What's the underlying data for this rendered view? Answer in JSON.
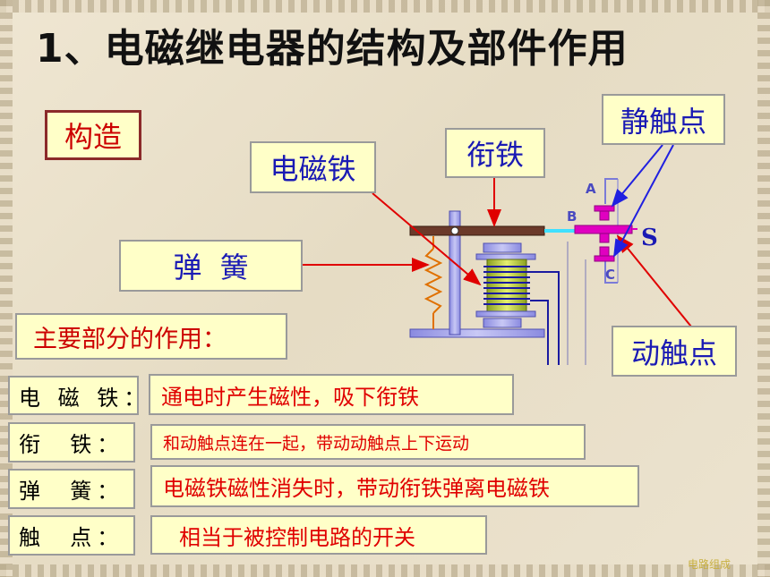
{
  "title": "1、电磁继电器的结构及部件作用",
  "labels": {
    "construction": "构造",
    "electromagnet": "电磁铁",
    "armature": "衔铁",
    "static_contact": "静触点",
    "spring": "弹  簧",
    "moving_contact": "动触点",
    "main_parts": "主要部分的作用：",
    "point_a": "A",
    "point_b": "B",
    "point_c": "C",
    "point_s": "S"
  },
  "parts": [
    {
      "name": "电 磁 铁：",
      "role": "通电时产生磁性，吸下衔铁"
    },
    {
      "name": "衔  铁：",
      "role": "和动触点连在一起，带动动触点上下运动"
    },
    {
      "name": "弹  簧：",
      "role": "电磁铁磁性消失时，带动衔铁弹离电磁铁"
    },
    {
      "name": "触  点：",
      "role": "相当于被控制电路的开关"
    }
  ],
  "footer": "电路组成",
  "colors": {
    "label_bg": "#ffffc8",
    "label_text": "#1a1ab4",
    "arrow_red": "#e00000",
    "arrow_blue": "#2020e0",
    "contact_magenta": "#e000c0",
    "coil_blue": "#1a1aa0",
    "frame_blue": "#7b7bd8"
  }
}
